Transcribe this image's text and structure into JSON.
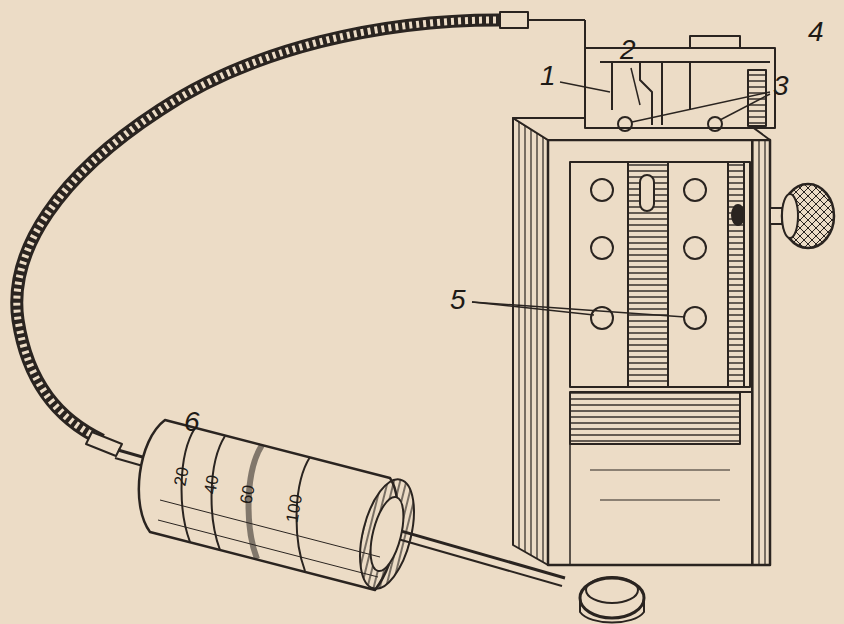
{
  "diagram": {
    "labels": [
      "1",
      "2",
      "3",
      "4",
      "5",
      "6",
      "20",
      "40",
      "60",
      "100"
    ]
  }
}
